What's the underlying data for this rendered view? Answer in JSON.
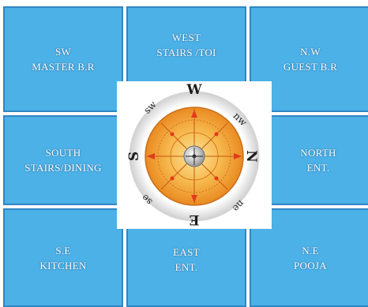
{
  "cells": {
    "sw": {
      "line1": "SW",
      "line2": "MASTER B.R"
    },
    "west": {
      "line1": "WEST",
      "line2": "STAIRS /TOI"
    },
    "nw": {
      "line1": "N.W",
      "line2": "GUEST B.R"
    },
    "south": {
      "line1": "SOUTH",
      "line2": "STAIRS/DINING"
    },
    "north": {
      "line1": "NORTH",
      "line2": "ENT."
    },
    "se": {
      "line1": "S.E",
      "line2": "KITCHEN"
    },
    "east": {
      "line1": "EAST",
      "line2": "ENT."
    },
    "ne": {
      "line1": "N.E",
      "line2": "POOJA"
    }
  },
  "compass": {
    "W": "W",
    "S": "S",
    "N": "N",
    "E": "E",
    "sw": "sw",
    "nw": "nw",
    "se": "se",
    "ne": "ne"
  },
  "colors": {
    "cell_fill": "#4cb1e6",
    "cell_border": "#2f86c4",
    "compass_face": "#f4a63a"
  }
}
